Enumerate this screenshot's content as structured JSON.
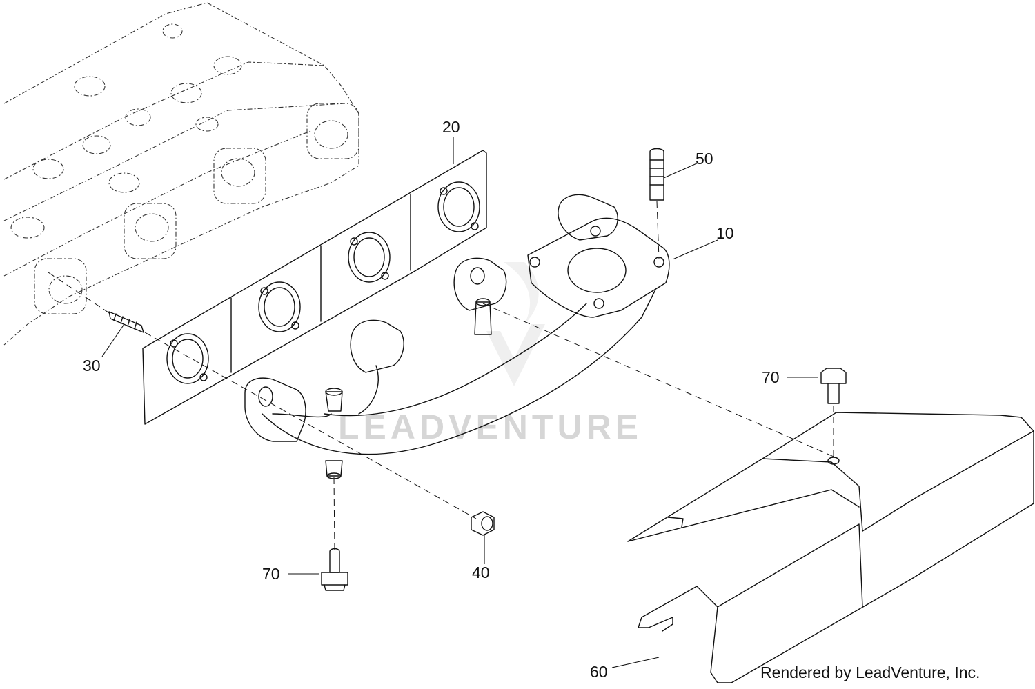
{
  "callouts": {
    "c10": "10",
    "c20": "20",
    "c30": "30",
    "c40": "40",
    "c50": "50",
    "c60": "60",
    "c70a": "70",
    "c70b": "70"
  },
  "watermark": "LEADVENTURE",
  "footer": "Rendered by LeadVenture, Inc."
}
